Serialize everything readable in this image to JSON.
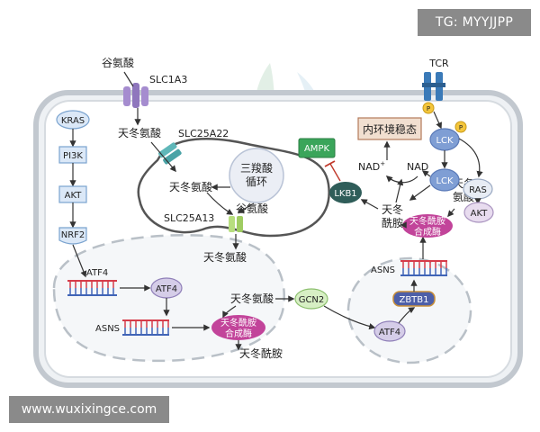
{
  "watermarks": {
    "top_right": "TG: MYYJJPP",
    "bottom_left": "www.wuxixingce.com"
  },
  "colors": {
    "cell_border": "#c2c8cf",
    "cell_fill": "#eef1f4",
    "box_fill": "#dbe8f7",
    "box_border": "#7aa3cf",
    "purple": "#a58ccf",
    "green_enzyme": "#b7de7e",
    "magenta_enzyme": "#c2449a",
    "teal_transporter": "#5fb7b9",
    "dark_node": "#2f5d59",
    "ampk_green": "#3aa55a",
    "dna_red": "#d63c4a",
    "dna_blue": "#4064b7"
  },
  "labels": {
    "glutamate_out": "谷氨酸",
    "slc1a3": "SLC1A3",
    "tcr": "TCR",
    "kras": "KRAS",
    "pi3k": "PI3K",
    "akt": "AKT",
    "nrf2": "NRF2",
    "asp_cyto": "天冬氨酸",
    "slc25a22": "SLC25A22",
    "tca": [
      "三羧酸",
      "循环"
    ],
    "asp_mito": "天冬氨酸",
    "slc25a13": "SLC25A13",
    "glutamate_mito": "谷氨酸",
    "asp_below_mito": "天冬氨酸",
    "ampk": "AMPK",
    "homeostasis": "内环境稳态",
    "nad_plus": "NAD",
    "nad_plus_sup": "+",
    "nadh": "NAD",
    "lkb1": "LKB1",
    "asparagine_right": [
      "天冬",
      "酰胺"
    ],
    "asns_enzyme_right": [
      "天冬酰胺",
      "合成酶"
    ],
    "lck_top": "LCK",
    "lck_mid": "LCK",
    "p": "P",
    "ras": "RAS",
    "akt_right": "AKT",
    "asp_right": [
      "天冬",
      "氨酸"
    ],
    "atf4_dna": "ATF4",
    "atf4_node": "ATF4",
    "asns_left": "ASNS",
    "asns_enzyme_left": [
      "天冬酰胺",
      "合成酶"
    ],
    "asp_center": "天冬氨酸",
    "gcn2": "GCN2",
    "asparagine_center": "天冬酰胺",
    "asns_right": "ASNS",
    "zbtb1": "ZBTB1",
    "atf4_right": "ATF4"
  }
}
